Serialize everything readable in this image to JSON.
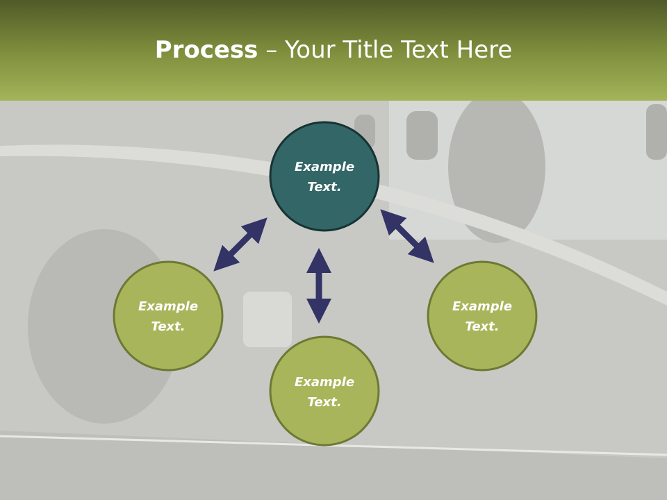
{
  "title": {
    "bold": "Process",
    "rest": " – Your Title Text Here"
  },
  "nodes": [
    {
      "line1": "Example",
      "line2": "Text."
    },
    {
      "line1": "Example",
      "line2": "Text."
    },
    {
      "line1": "Example",
      "line2": "Text."
    },
    {
      "line1": "Example",
      "line2": "Text."
    }
  ],
  "colors": {
    "header_top": "#4f5a28",
    "header_bottom": "#a4b45a",
    "center_node": "#336666",
    "outer_node": "#a8b55a",
    "arrow": "#333366"
  }
}
